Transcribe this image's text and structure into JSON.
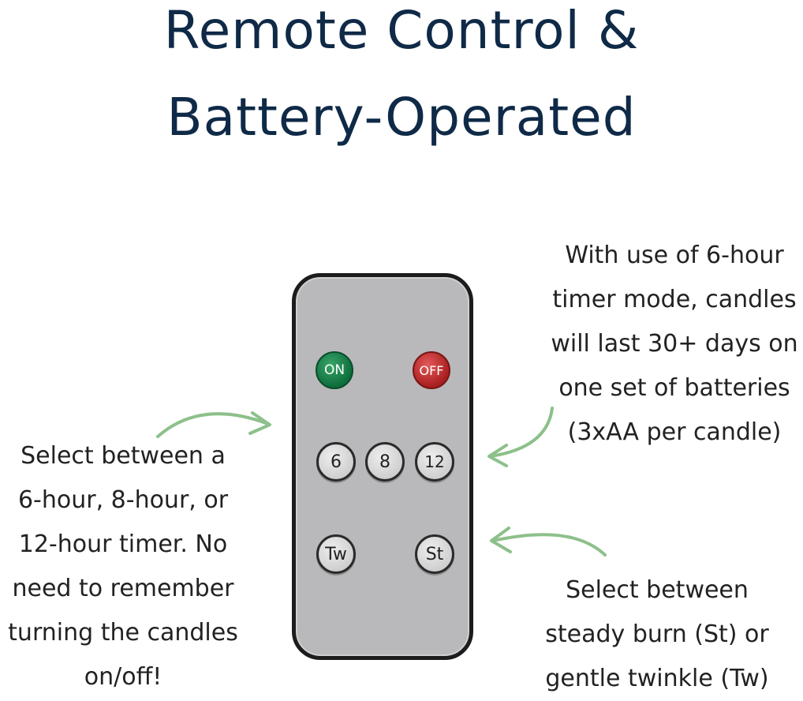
{
  "heading": {
    "line1": "Remote Control &",
    "line2": "Battery-Operated"
  },
  "captions": {
    "left": [
      "Select between a",
      "6-hour, 8-hour, or",
      "12-hour timer. No",
      "need to remember",
      "turning the candles",
      "on/off!"
    ],
    "right_top": [
      "With use of 6-hour",
      "timer mode, candles",
      "will last 30+ days on",
      "one set of batteries",
      "(3xAA per candle)"
    ],
    "right_bottom": [
      "Select between",
      "steady burn (St) or",
      "gentle twinkle (Tw)"
    ]
  },
  "remote": {
    "on_label": "ON",
    "off_label": "OFF",
    "timer_6": "6",
    "timer_8": "8",
    "timer_12": "12",
    "twinkle": "Tw",
    "steady": "St"
  },
  "colors": {
    "heading": "#0f2a47",
    "arrow": "#8dc08a",
    "on_button": "#0d6e3c",
    "off_button": "#a91f1f",
    "remote_body": "#b9b9bb"
  },
  "icons": {
    "arrows": [
      "curved-arrow-icon",
      "curved-arrow-icon",
      "curved-arrow-icon"
    ]
  }
}
